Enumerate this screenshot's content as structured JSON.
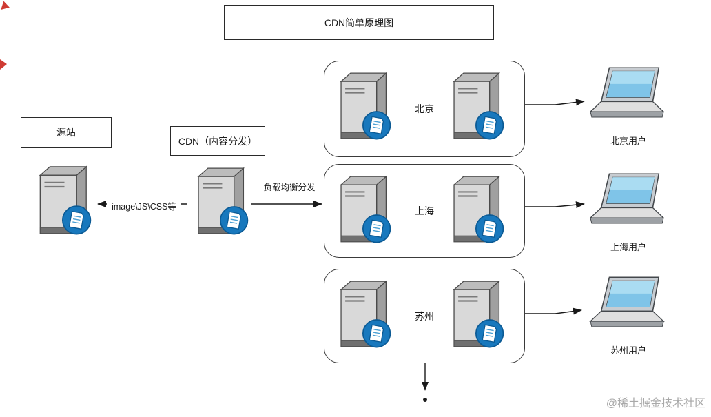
{
  "diagram": {
    "title": "CDN简单原理图",
    "origin_label": "源站",
    "cdn_label": "CDN（内容分发）",
    "edge_labels": {
      "cdn_to_origin": "image\\JS\\CSS等",
      "cdn_to_nodes": "负载均衡分发"
    },
    "regions": [
      {
        "name": "北京",
        "user": "北京用户"
      },
      {
        "name": "上海",
        "user": "上海用户"
      },
      {
        "name": "苏州",
        "user": "苏州用户"
      }
    ],
    "watermark": "@稀土掘金技术社区",
    "colors": {
      "line": "#1a1a1a",
      "box_border": "#2a2a2a",
      "server_badge_blue": "#1878bd",
      "laptop_screen_blue": "#7fc4e8",
      "watermark_gray": "#a9a9a9",
      "artifact_red": "#cf3b33"
    },
    "icons": {
      "server": "server-icon",
      "laptop": "laptop-icon",
      "arrowhead": "arrowhead-marker",
      "more_dot": "ellipsis-dot"
    }
  }
}
